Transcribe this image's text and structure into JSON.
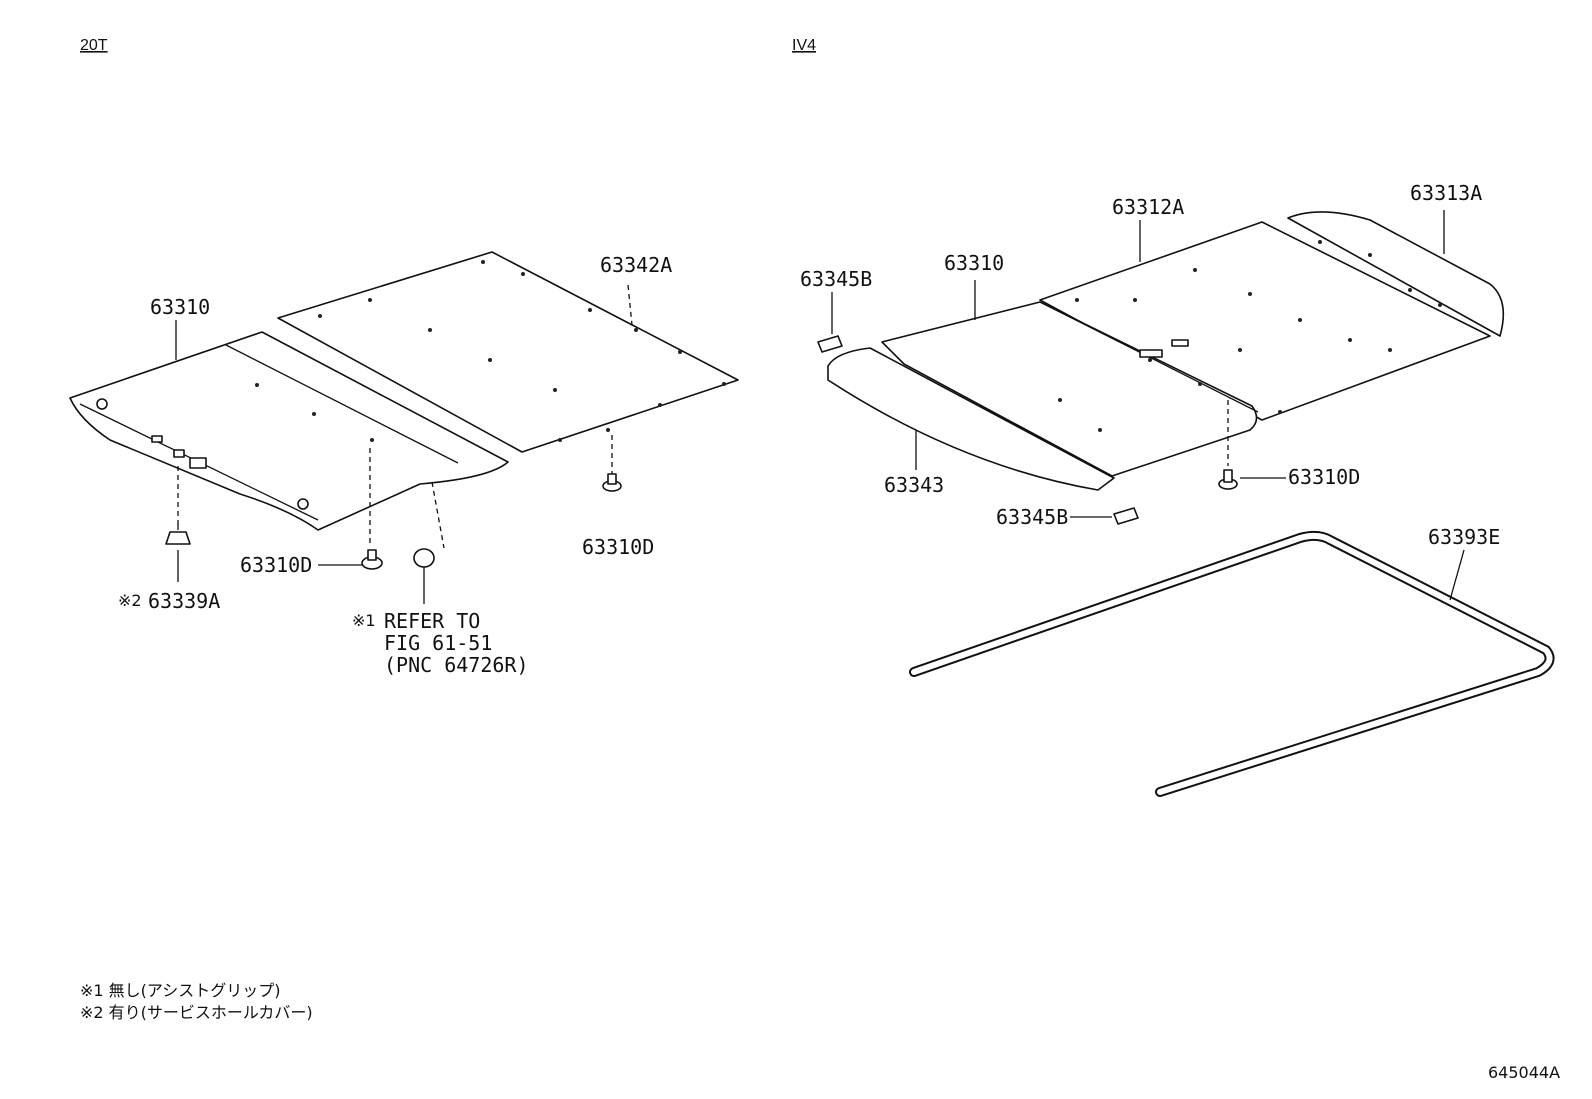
{
  "section_headers": {
    "left": "20T",
    "right": "IV4"
  },
  "labels": {
    "l_63310": "63310",
    "l_63342A": "63342A",
    "l_63310D_left": "63310D",
    "l_63310D_mid": "63310D",
    "l_63339A_mark": "※2",
    "l_63339A": "63339A",
    "refer_mark": "※1",
    "refer_line1": "REFER TO",
    "refer_line2": "FIG 61-51",
    "refer_line3": "(PNC 64726R)",
    "r_63312A": "63312A",
    "r_63313A": "63313A",
    "r_63345B_top": "63345B",
    "r_63310": "63310",
    "r_63343": "63343",
    "r_63310D": "63310D",
    "r_63345B_bottom": "63345B",
    "r_63393E": "63393E"
  },
  "footnotes": [
    "※1 無し(アシストグリップ)",
    "※2 有り(サービスホールカバー)"
  ],
  "figure_id": "645044A"
}
